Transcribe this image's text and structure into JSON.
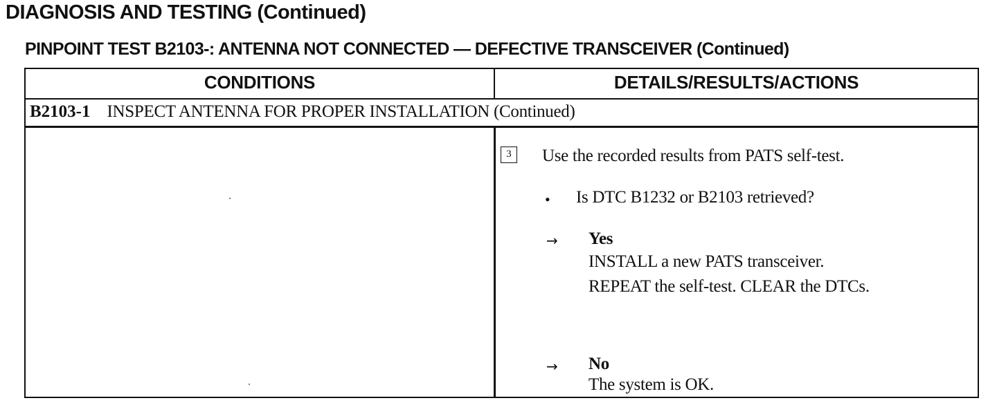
{
  "header": {
    "title": "DIAGNOSIS AND TESTING (Continued)",
    "subtitle": "PINPOINT TEST B2103-:  ANTENNA NOT CONNECTED — DEFECTIVE TRANSCEIVER (Continued)"
  },
  "table": {
    "columns": [
      "CONDITIONS",
      "DETAILS/RESULTS/ACTIONS"
    ],
    "step": {
      "id": "B2103-1",
      "title": "INSPECT ANTENNA FOR PROPER INSTALLATION (Continued)"
    },
    "details": {
      "step_number": "3",
      "instruction": "Use the recorded results from PATS self-test.",
      "bullet_symbol": "•",
      "question": "Is DTC B1232 or B2103 retrieved?",
      "arrow_symbol": "→",
      "yes": {
        "label": "Yes",
        "lines": [
          "INSTALL a new PATS transceiver.",
          "REPEAT the self-test. CLEAR the DTCs."
        ]
      },
      "no": {
        "label": "No",
        "lines": [
          "The system is OK."
        ]
      }
    }
  }
}
